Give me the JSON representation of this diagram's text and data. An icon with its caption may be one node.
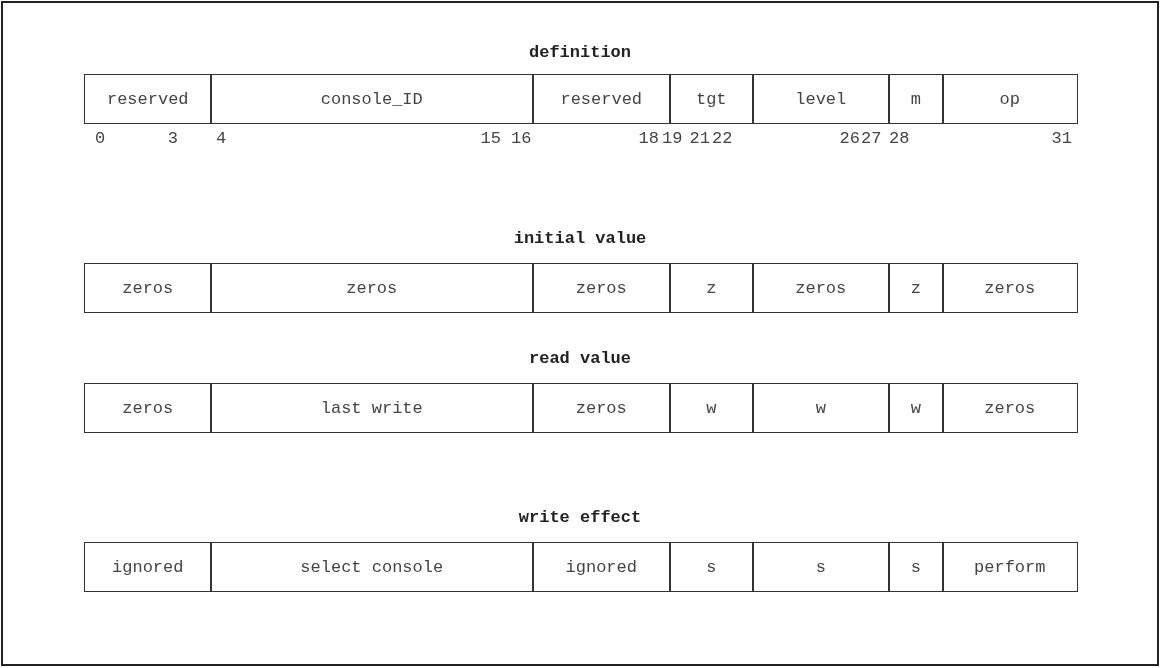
{
  "diagram": {
    "nodes": [
      {
        "text": [
          "reserved"
        ]
      },
      {
        "text": [
          "console_ID"
        ]
      },
      {
        "text": [
          "reserved"
        ]
      },
      {
        "text": [
          "tgt"
        ]
      },
      {
        "text": [
          "level"
        ]
      },
      {
        "text": [
          "m"
        ]
      },
      {
        "text": [
          "op"
        ]
      },
      {
        "text": [
          "zeros"
        ]
      },
      {
        "text": [
          "zeros"
        ]
      },
      {
        "text": [
          "zeros"
        ]
      },
      {
        "text": [
          "z"
        ]
      },
      {
        "text": [
          "zeros"
        ]
      },
      {
        "text": [
          "z"
        ]
      },
      {
        "text": [
          "zeros"
        ]
      },
      {
        "text": [
          "zeros"
        ]
      },
      {
        "text": [
          "last write"
        ]
      },
      {
        "text": [
          "zeros"
        ]
      },
      {
        "text": [
          "w"
        ]
      },
      {
        "text": [
          "w"
        ]
      },
      {
        "text": [
          "w"
        ]
      },
      {
        "text": [
          "zeros"
        ]
      },
      {
        "text": [
          "ignored"
        ]
      },
      {
        "text": [
          "select console"
        ]
      },
      {
        "text": [
          "ignored"
        ]
      },
      {
        "text": [
          "s"
        ]
      },
      {
        "text": [
          "s"
        ]
      },
      {
        "text": [
          "s"
        ]
      },
      {
        "text": [
          "perform"
        ]
      }
    ],
    "edges": [],
    "labels": [
      "definition",
      "0",
      "3",
      "4",
      "15",
      "16",
      "18",
      "19",
      "21",
      "22",
      "26",
      "27",
      "28",
      "31",
      "initial value",
      "read value",
      "write effect"
    ]
  }
}
